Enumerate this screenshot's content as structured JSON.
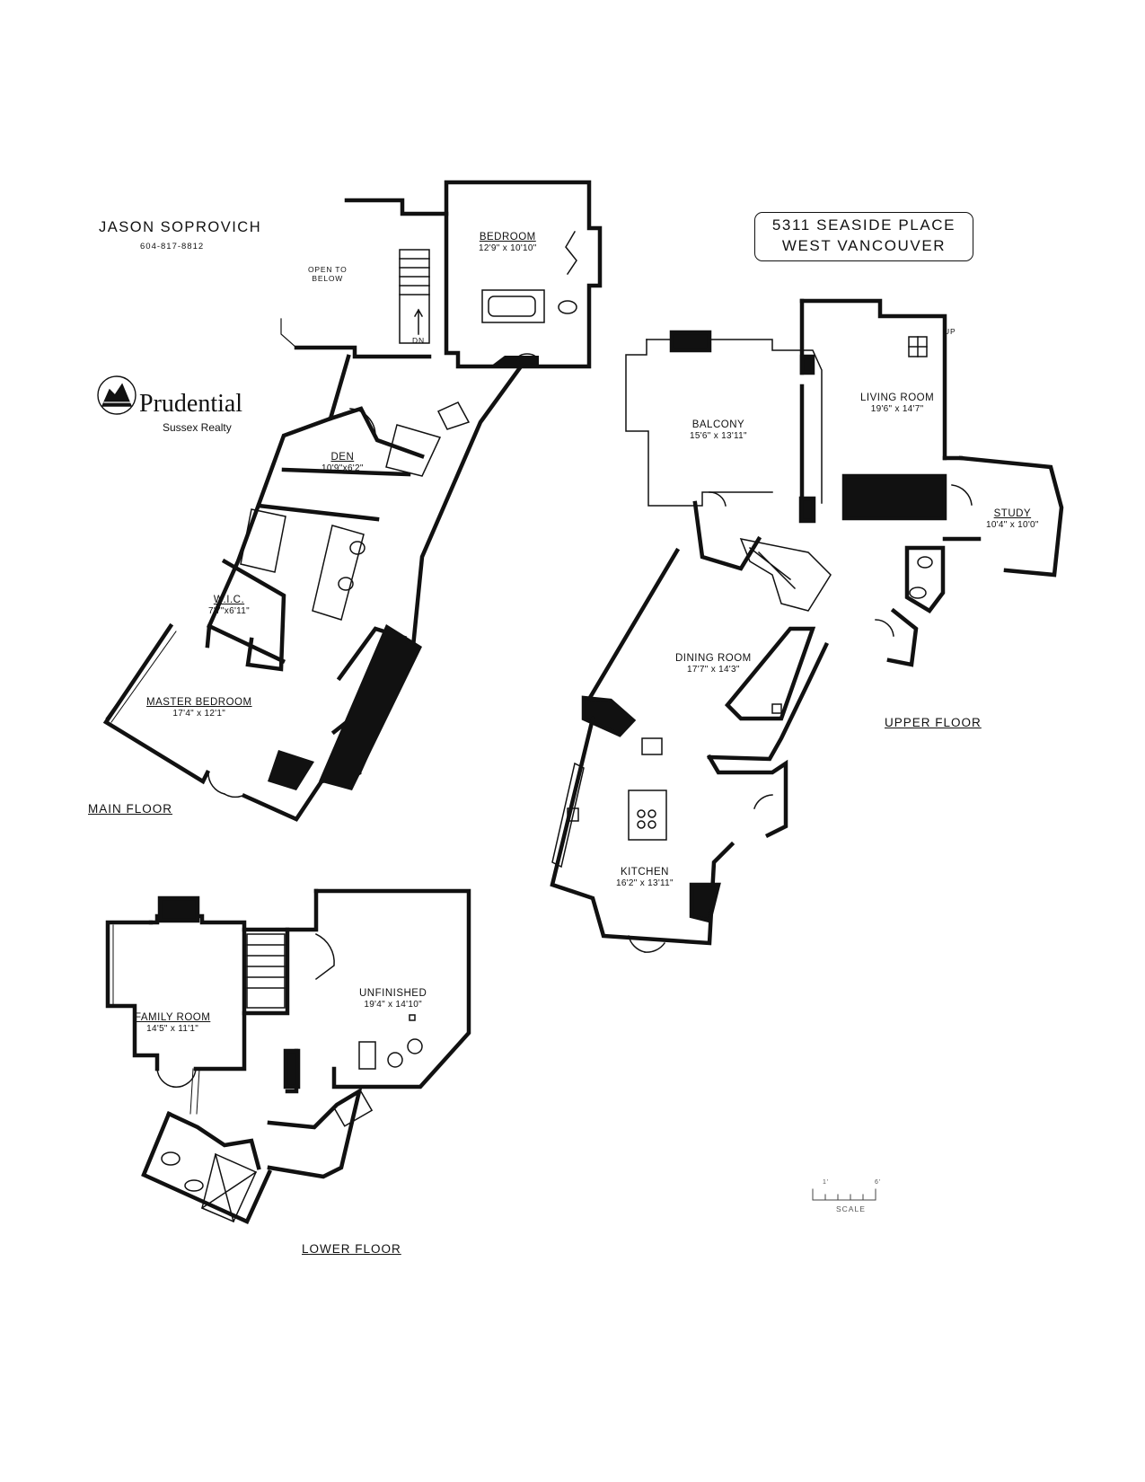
{
  "agent": {
    "name": "JASON SOPROVICH",
    "phone": "604-817-8812"
  },
  "brand": {
    "name": "Prudential",
    "sub": "Sussex Realty"
  },
  "address": {
    "line1": "5311 SEASIDE PLACE",
    "line2": "WEST VANCOUVER"
  },
  "floors": {
    "main": "MAIN FLOOR",
    "upper": "UPPER FLOOR",
    "lower": "LOWER FLOOR"
  },
  "rooms": {
    "bedroom": {
      "name": "BEDROOM",
      "dims": "12'9\" x 10'10\""
    },
    "den": {
      "name": "DEN",
      "dims": "10'9\"x6'2\""
    },
    "wic": {
      "name": "W.I.C.",
      "dims": "7'7\"x6'11\""
    },
    "master": {
      "name": "MASTER BEDROOM",
      "dims": "17'4\" x 12'1\""
    },
    "balcony": {
      "name": "BALCONY",
      "dims": "15'6\" x 13'11\""
    },
    "living": {
      "name": "LIVING ROOM",
      "dims": "19'6\" x 14'7\""
    },
    "study": {
      "name": "STUDY",
      "dims": "10'4\" x 10'0\""
    },
    "dining": {
      "name": "DINING ROOM",
      "dims": "17'7\" x 14'3\""
    },
    "kitchen": {
      "name": "KITCHEN",
      "dims": "16'2\" x 13'11\""
    },
    "family": {
      "name": "FAMILY ROOM",
      "dims": "14'5\" x 11'1\""
    },
    "unfinished": {
      "name": "UNFINISHED",
      "dims": "19'4\" x 14'10\""
    }
  },
  "notes": {
    "open_to_below_1": "OPEN TO",
    "open_to_below_2": "BELOW",
    "stair_down": "DN",
    "stair_up": "UP"
  },
  "scale": {
    "label": "SCALE",
    "tick_start": "1'",
    "tick_end": "6'"
  }
}
